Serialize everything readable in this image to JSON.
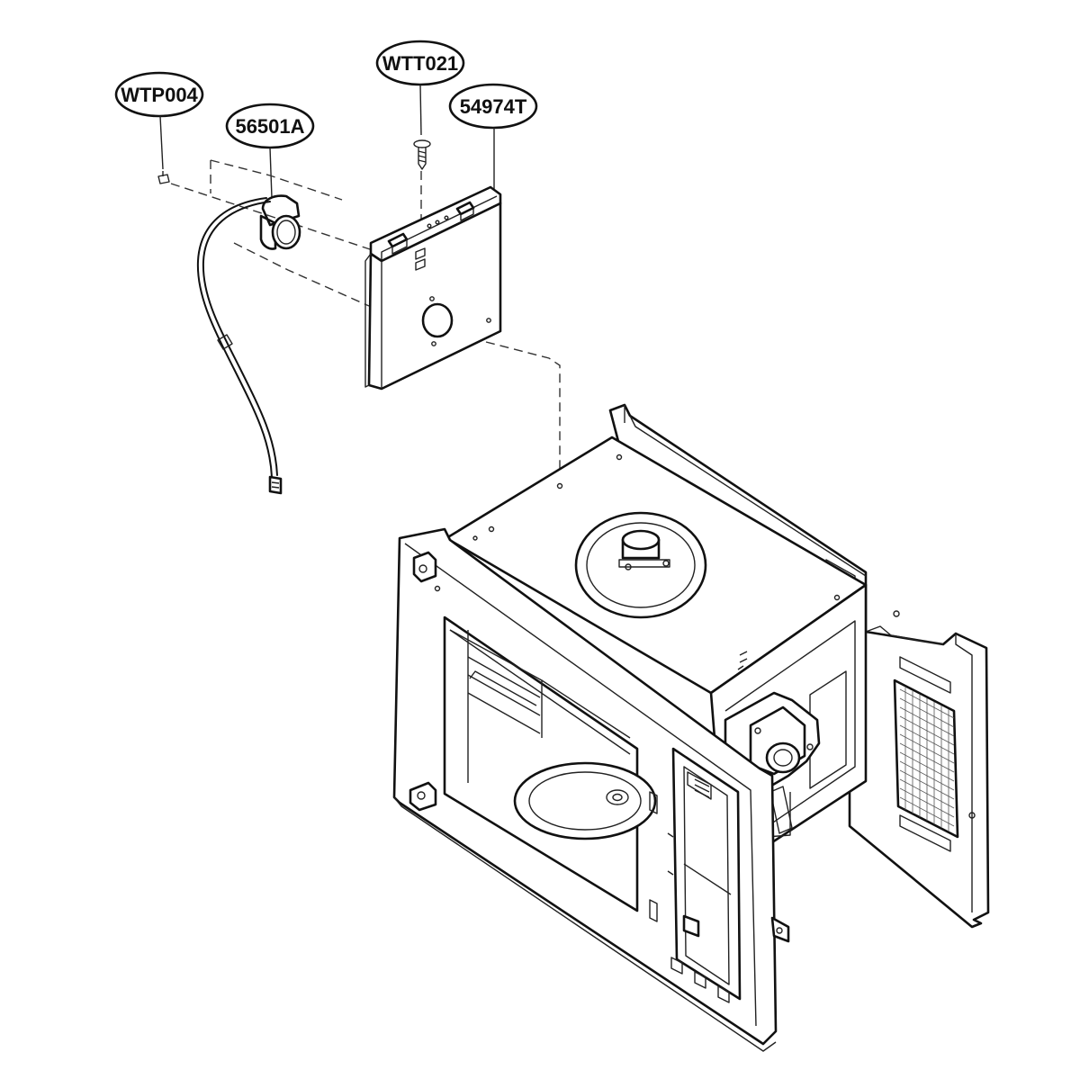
{
  "labels": {
    "screw_wtp004": "WTP004",
    "thermostat_56501a": "56501A",
    "screw_wtt021": "WTT021",
    "bracket_54974t": "54974T"
  },
  "colors": {
    "line": "#111111",
    "background": "#ffffff"
  }
}
